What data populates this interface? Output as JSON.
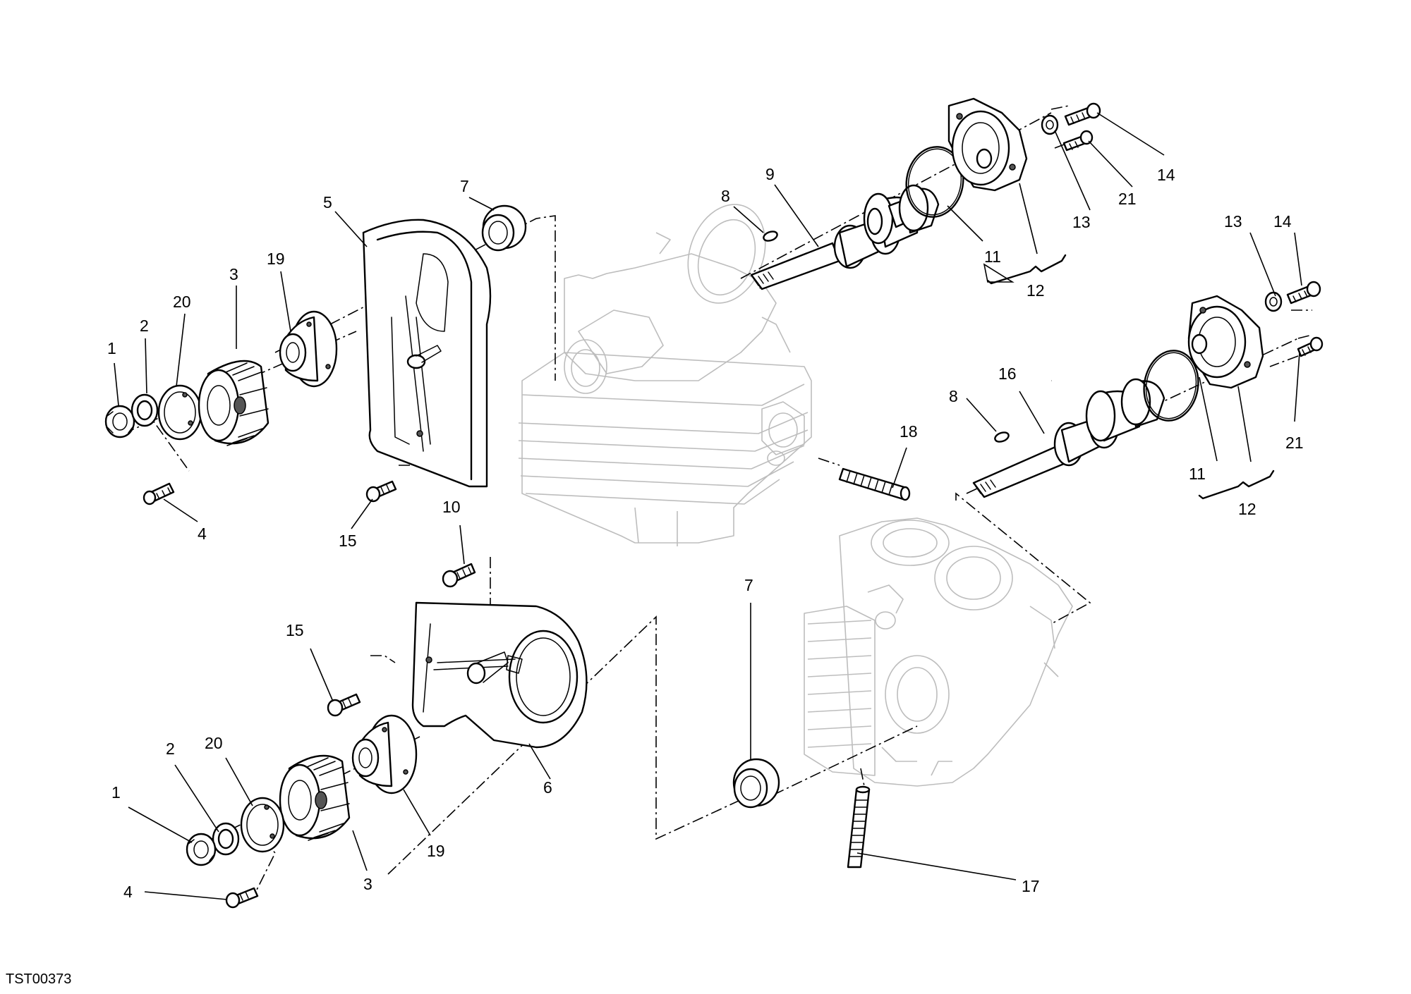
{
  "document_code": "TST00373",
  "callouts": {
    "c1a": "1",
    "c2a": "2",
    "c20a": "20",
    "c3a": "3",
    "c19a": "19",
    "c5": "5",
    "c7a": "7",
    "c4a": "4",
    "c15a": "15",
    "c8a": "8",
    "c9": "9",
    "c11a": "11",
    "c12a": "12",
    "c13a": "13",
    "c21a": "21",
    "c14a": "14",
    "c13b": "13",
    "c14b": "14",
    "c16": "16",
    "c8b": "8",
    "c18": "18",
    "c11b": "11",
    "c12b": "12",
    "c21b": "21",
    "c10": "10",
    "c15b": "15",
    "c20b": "20",
    "c1b": "1",
    "c2b": "2",
    "c4b": "4",
    "c3b": "3",
    "c19b": "19",
    "c6": "6",
    "c7b": "7",
    "c17": "17"
  }
}
